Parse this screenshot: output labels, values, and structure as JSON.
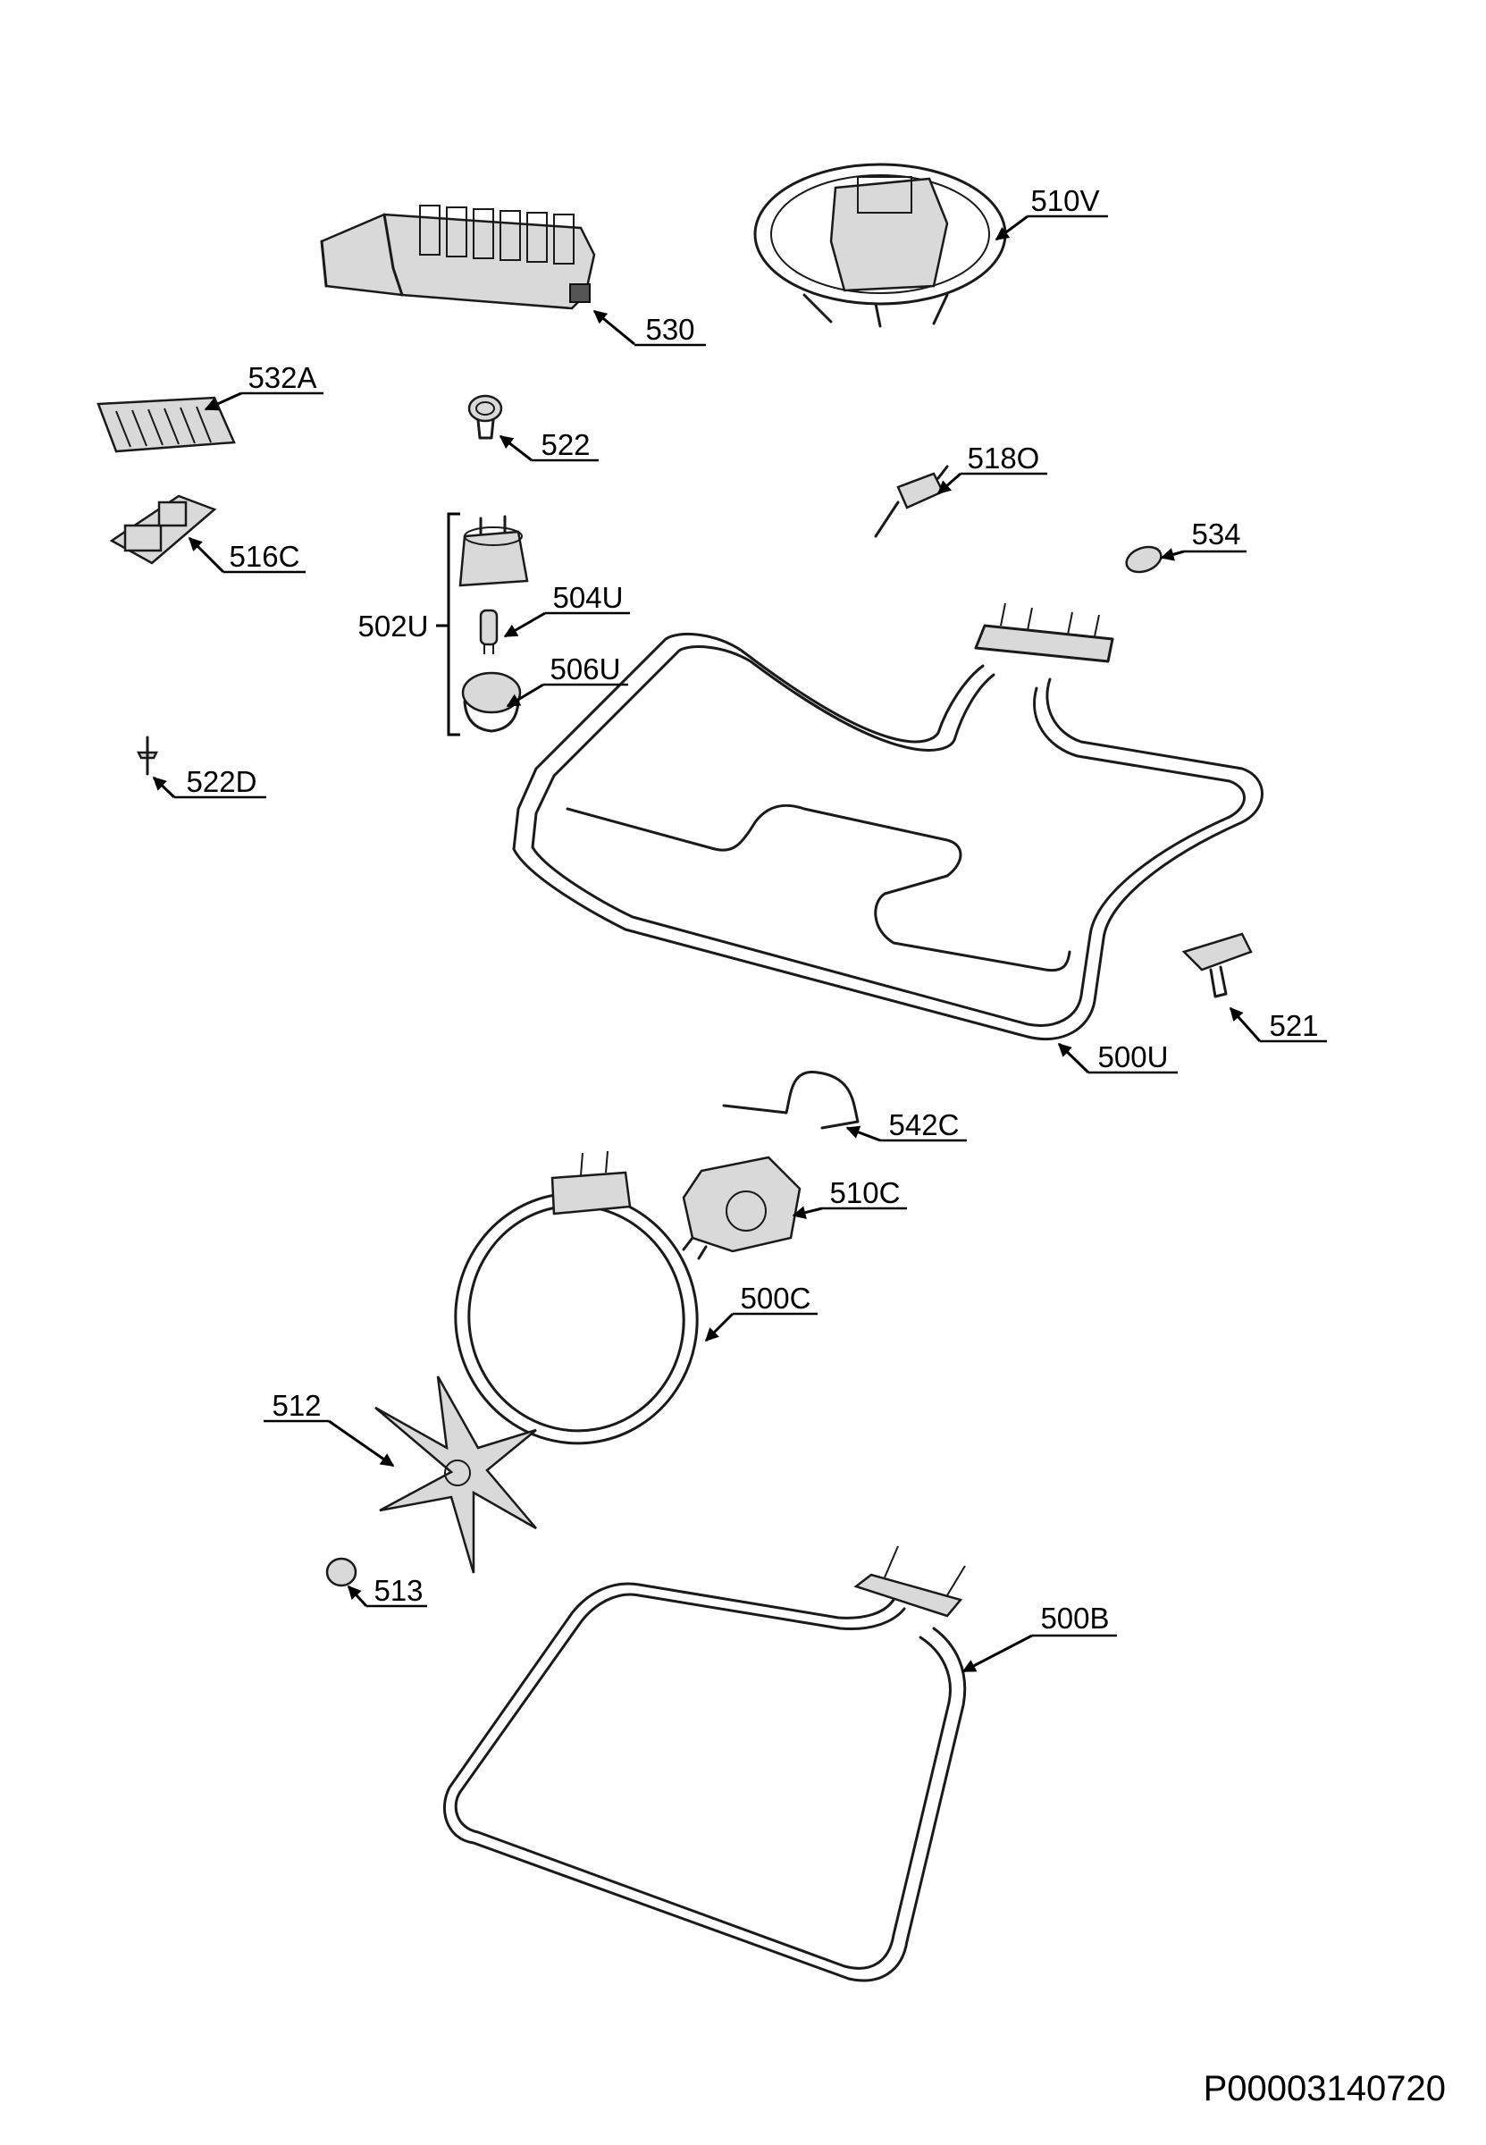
{
  "document_code": "P00003140720",
  "group_label": "502U",
  "parts": [
    {
      "id": "p530",
      "label": "530"
    },
    {
      "id": "p510V",
      "label": "510V"
    },
    {
      "id": "p532A",
      "label": "532A"
    },
    {
      "id": "p522",
      "label": "522"
    },
    {
      "id": "p518O",
      "label": "518O"
    },
    {
      "id": "p516C",
      "label": "516C"
    },
    {
      "id": "p534",
      "label": "534"
    },
    {
      "id": "p504U",
      "label": "504U"
    },
    {
      "id": "p506U",
      "label": "506U"
    },
    {
      "id": "p522D",
      "label": "522D"
    },
    {
      "id": "p521",
      "label": "521"
    },
    {
      "id": "p500U",
      "label": "500U"
    },
    {
      "id": "p542C",
      "label": "542C"
    },
    {
      "id": "p510C",
      "label": "510C"
    },
    {
      "id": "p500C",
      "label": "500C"
    },
    {
      "id": "p512",
      "label": "512"
    },
    {
      "id": "p513",
      "label": "513"
    },
    {
      "id": "p500B",
      "label": "500B"
    }
  ]
}
